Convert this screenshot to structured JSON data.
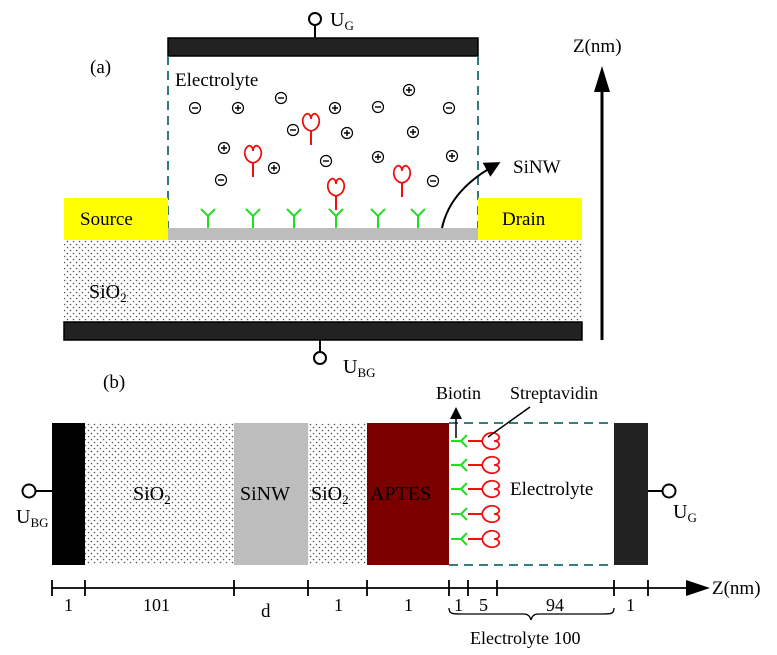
{
  "panel_a": {
    "label": "(a)",
    "top_gate": {
      "name": "U",
      "sub": "G"
    },
    "bottom_gate": {
      "name": "U",
      "sub": "BG"
    },
    "electrolyte": "Electrolyte",
    "source": "Source",
    "drain": "Drain",
    "sinw": "SiNW",
    "oxide": {
      "name": "SiO",
      "sub": "2"
    },
    "z_axis": "Z(nm)"
  },
  "panel_b": {
    "label": "(b)",
    "biotin": "Biotin",
    "streptavidin": "Streptavidin",
    "oxide_left": {
      "name": "SiO",
      "sub": "2"
    },
    "sinw": "SiNW",
    "oxide_right": {
      "name": "SiO",
      "sub": "2"
    },
    "aptes": "APTES",
    "electrolyte": "Electrolyte",
    "bottom_gate": {
      "name": "U",
      "sub": "BG"
    },
    "top_gate": {
      "name": "U",
      "sub": "G"
    },
    "z_axis": "Z(nm)",
    "dims": [
      "1",
      "101",
      "d",
      "1",
      "1",
      "1",
      "5",
      "94",
      "1"
    ],
    "electrolyte_total": "Electrolyte 100"
  },
  "colors": {
    "electrode": "#222222",
    "contact": "#ffff00",
    "sinw": "#bdbdbd",
    "aptes": "#7a0000",
    "probe": "#22dd22",
    "target": "#ee1111",
    "dashed": "#1e6b6b"
  }
}
